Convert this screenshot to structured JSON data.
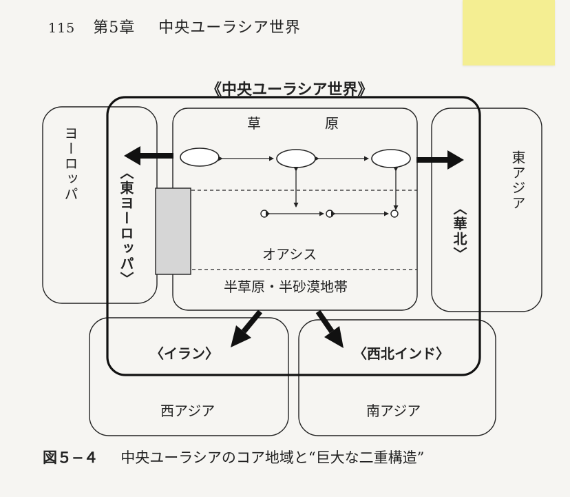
{
  "header": {
    "page_number": "115",
    "chapter": "第5章",
    "chapter_title": "中央ユーラシア世界"
  },
  "diagram": {
    "title": "《中央ユーラシア世界》",
    "steppe_chars": [
      "草",
      "原"
    ],
    "oasis_label": "オアシス",
    "semi_label": "半草原・半砂漠地帯",
    "europe_label": "ヨーロッパ",
    "east_europe_label": "〈東ヨーロッパ〉",
    "east_asia_label": "東アジア",
    "north_china_label": "〈華北〉",
    "iran_label": "〈イラン〉",
    "nw_india_label": "〈西北インド〉",
    "west_asia_label": "西アジア",
    "south_asia_label": "南アジア",
    "colors": {
      "stroke": "#222222",
      "sticky_note": "#f4ee92",
      "shaded_block": "#d6d6d6"
    }
  },
  "caption": {
    "figure_number": "図５−４",
    "text": "中央ユーラシアのコア地域と“巨大な二重構造”"
  }
}
